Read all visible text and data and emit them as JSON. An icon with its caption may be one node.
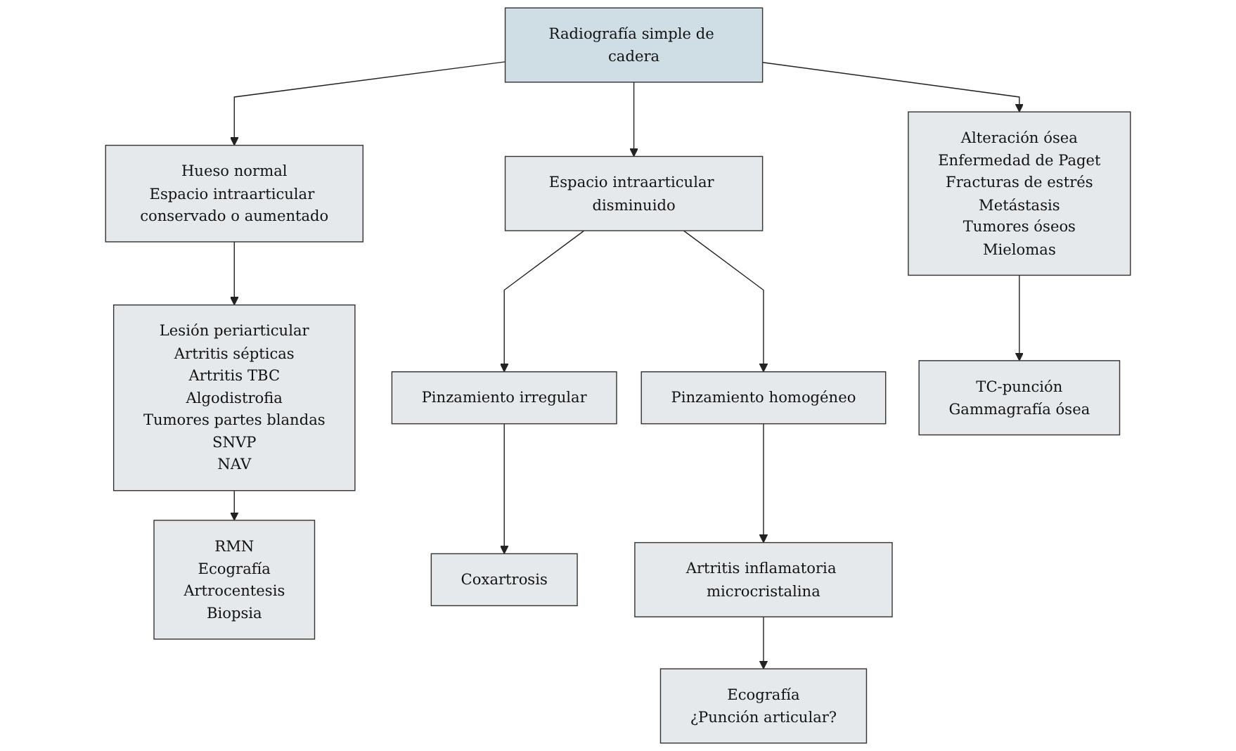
{
  "diagram": {
    "nodes": [
      {
        "text": [
          "Radiografía simple de cadera"
        ]
      },
      {
        "text": [
          "Hueso normal",
          "Espacio intraarticular conservado o aumentado"
        ]
      },
      {
        "text": [
          "Espacio intraarticular disminuido"
        ]
      },
      {
        "text": [
          "Alteración ósea",
          "Enfermedad de Paget",
          "Fracturas de estrés",
          "Metástasis",
          "Tumores óseos",
          "Mielomas"
        ]
      },
      {
        "text": [
          "Lesión periarticular",
          "Artritis sépticas",
          "Artritis TBC",
          "Algodistrofia",
          "Tumores partes blandas",
          "SNVP",
          "NAV"
        ]
      },
      {
        "text": [
          "Pinzamiento irregular"
        ]
      },
      {
        "text": [
          "Pinzamiento homogéneo"
        ]
      },
      {
        "text": [
          "TC-punción",
          "Gammagrafía ósea"
        ]
      },
      {
        "text": [
          "RMN",
          "Ecografía",
          "Artrocentesis",
          "Biopsia"
        ]
      },
      {
        "text": [
          "Coxartrosis"
        ]
      },
      {
        "text": [
          "Artritis inflamatoria microcristalina"
        ]
      },
      {
        "text": [
          "Ecografía",
          "¿Punción articular?"
        ]
      }
    ],
    "edges": [
      {
        "from": 0,
        "to": 1,
        "arrow": "to"
      },
      {
        "from": 0,
        "to": 2,
        "arrow": "to"
      },
      {
        "from": 0,
        "to": 3,
        "arrow": "to"
      },
      {
        "from": 1,
        "to": 4,
        "arrow": "to"
      },
      {
        "from": 2,
        "to": 5,
        "arrow": "to"
      },
      {
        "from": 2,
        "to": 6,
        "arrow": "to"
      },
      {
        "from": 3,
        "to": 7,
        "arrow": "to"
      },
      {
        "from": 4,
        "to": 8,
        "arrow": "to"
      },
      {
        "from": 5,
        "to": 9,
        "arrow": "to"
      },
      {
        "from": 6,
        "to": 10,
        "arrow": "to"
      },
      {
        "from": 10,
        "to": 11,
        "arrow": "to"
      }
    ]
  }
}
